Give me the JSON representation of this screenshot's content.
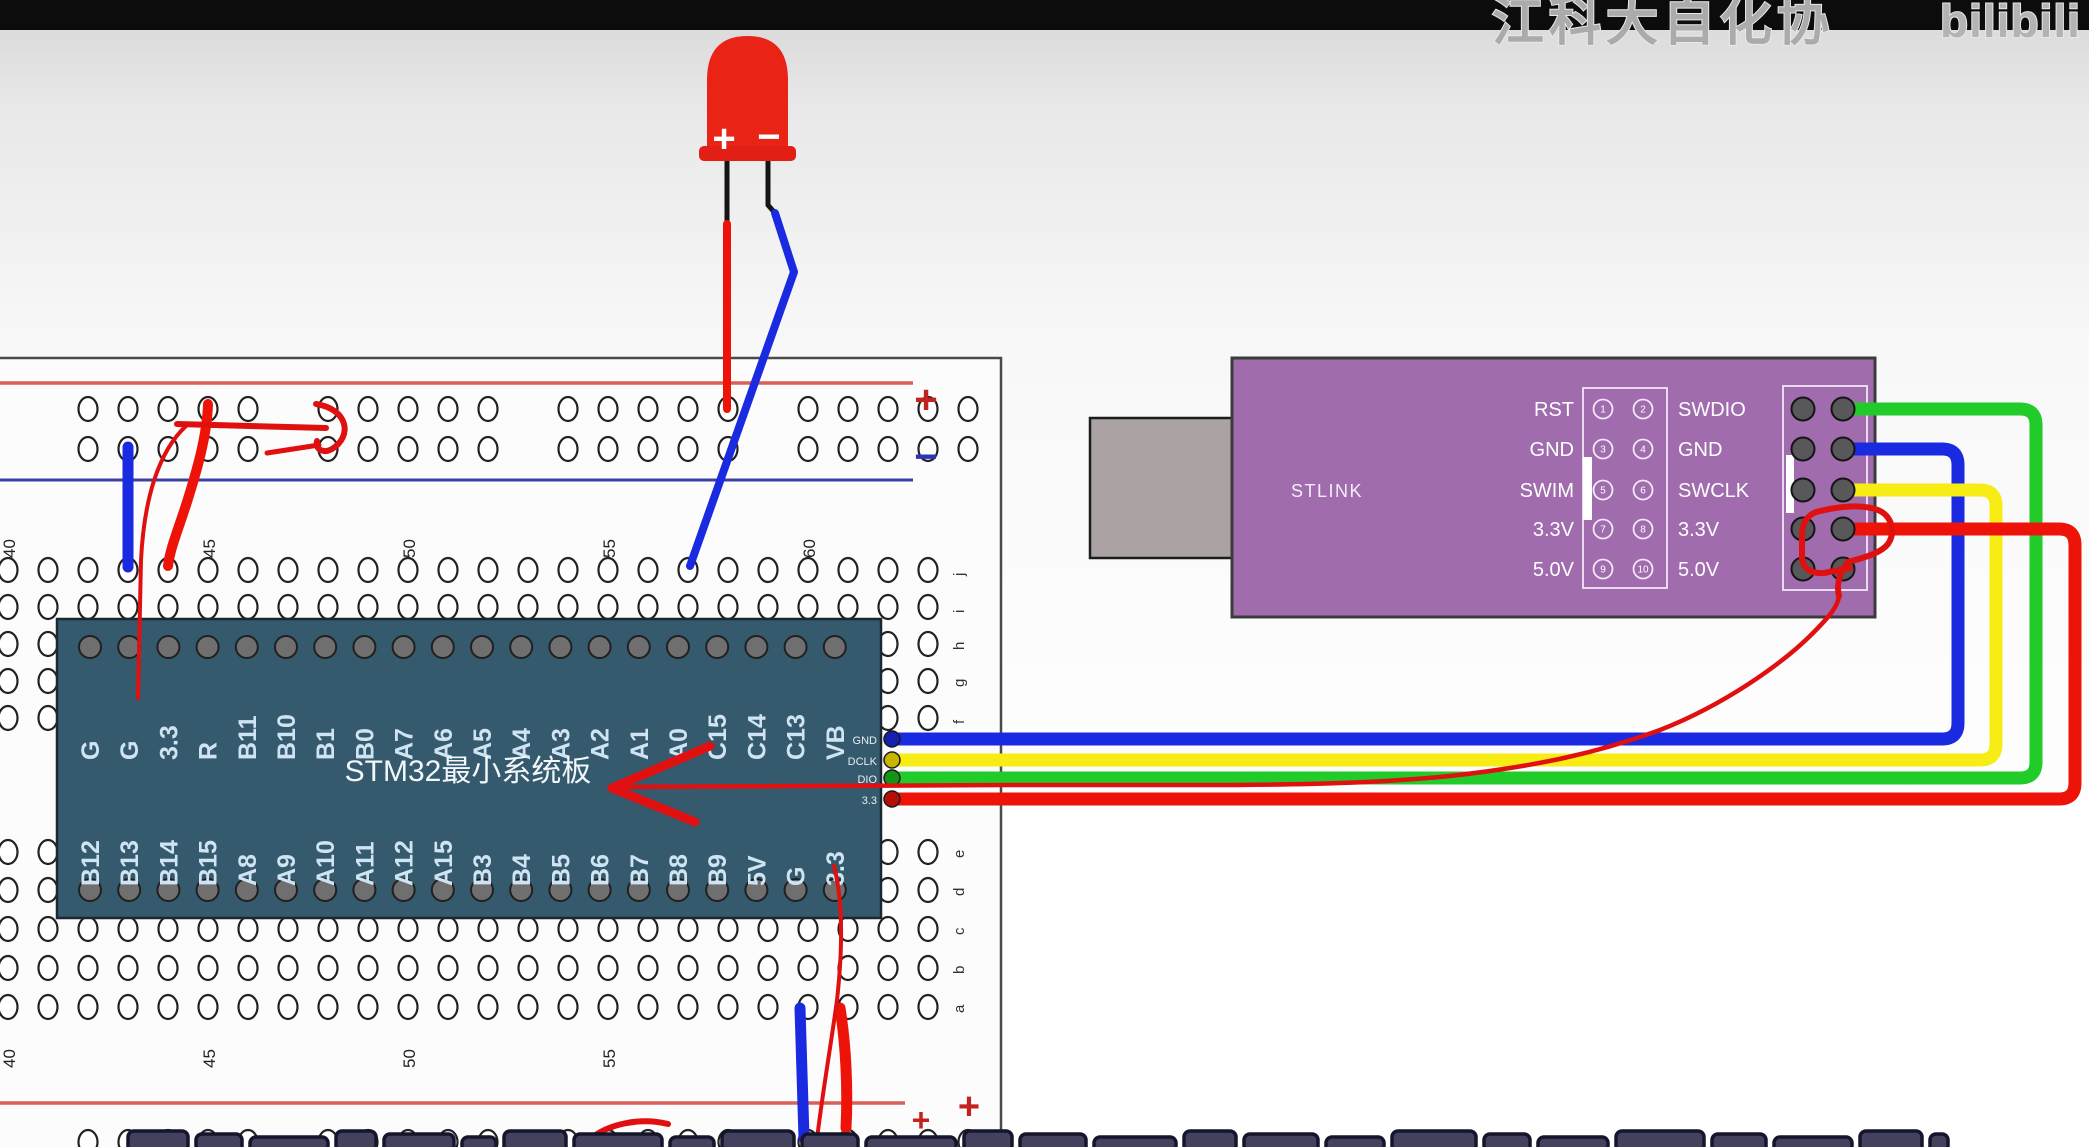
{
  "watermark": {
    "text": "江科大自化协",
    "logo": "bilibili"
  },
  "led": {
    "plus_label": "+",
    "minus_label": "−"
  },
  "breadboard": {
    "top_rail_plus": "+",
    "top_rail_minus": "−",
    "bottom_rail_plus_1": "+",
    "bottom_rail_plus_2": "+",
    "column_numbers_top": [
      "40",
      "45",
      "50",
      "55",
      "60"
    ],
    "column_numbers_bottom": [
      "40",
      "45",
      "50",
      "55"
    ],
    "row_letters": [
      "j",
      "i",
      "h",
      "g",
      "f",
      "e",
      "d",
      "c",
      "b",
      "a"
    ]
  },
  "stm32_board": {
    "title": "STM32最小系统板",
    "top_pins": [
      "G",
      "G",
      "3.3",
      "R",
      "B11",
      "B10",
      "B1",
      "B0",
      "A7",
      "A6",
      "A5",
      "A4",
      "A3",
      "A2",
      "A1",
      "A0",
      "C15",
      "C14",
      "C13",
      "VB"
    ],
    "bottom_pins": [
      "B12",
      "B13",
      "B14",
      "B15",
      "A8",
      "A9",
      "A10",
      "A11",
      "A12",
      "A15",
      "B3",
      "B4",
      "B5",
      "B6",
      "B7",
      "B8",
      "B9",
      "5V",
      "G",
      "3.3"
    ],
    "side_pins": [
      "GND",
      "DCLK",
      "DIO",
      "3.3"
    ]
  },
  "stlink": {
    "title": "STLINK",
    "left_labels": [
      "RST",
      "GND",
      "SWIM",
      "3.3V",
      "5.0V"
    ],
    "right_labels": [
      "SWDIO",
      "GND",
      "SWCLK",
      "3.3V",
      "5.0V"
    ],
    "pin_numbers_left": [
      "1",
      "3",
      "5",
      "7",
      "9"
    ],
    "pin_numbers_right": [
      "2",
      "4",
      "6",
      "8",
      "10"
    ]
  },
  "colors": {
    "wire_red": "#ee1309",
    "wire_blue": "#1a2ae0",
    "wire_yellow": "#f7ec13",
    "wire_green": "#21cc2a",
    "annotation_red": "#e01010",
    "stm32_teal": "#35596d",
    "stm32_label": "#cfe4f2",
    "stlink_purple": "#a06cae",
    "usb_gray": "#aaa2a3",
    "breadboard_white": "#fcfcfc",
    "rail_red_line": "#d96058",
    "rail_blue_line": "#3a3fa8",
    "led_red": "#ea2317",
    "topbar_black": "#0c0c0c",
    "watermark_gray": "#ababab",
    "subtitle_navy": "#42425e"
  }
}
